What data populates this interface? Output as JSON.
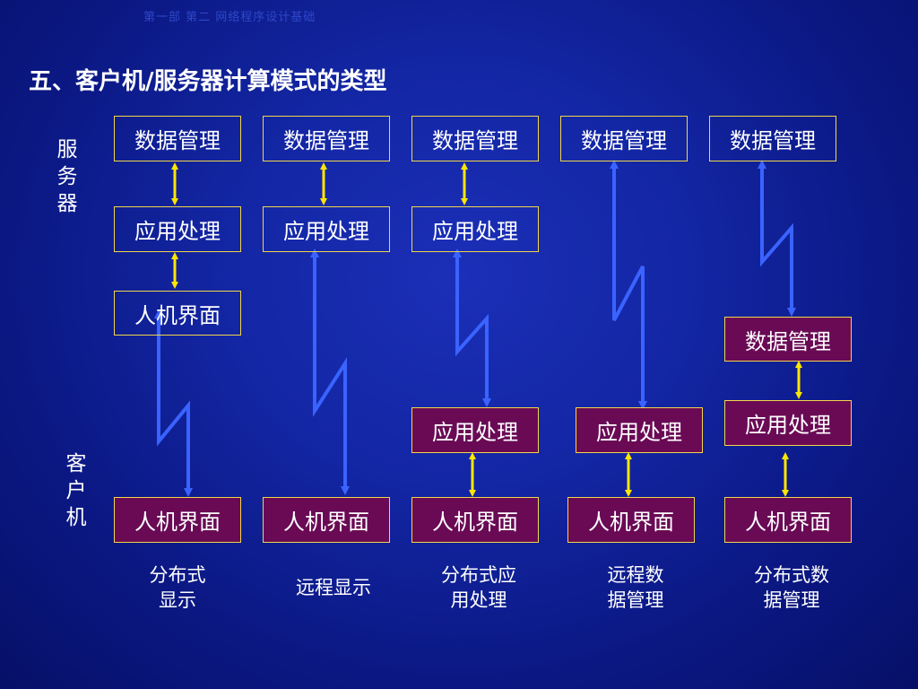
{
  "header_faint": "第一部  第二  网络程序设计基础",
  "title": "五、客户机/服务器计算模式的类型",
  "side_labels": {
    "server": [
      "服",
      "务",
      "器"
    ],
    "client": [
      "客",
      "户",
      "机"
    ]
  },
  "boxes": {
    "c1_data": "数据管理",
    "c1_app": "应用处理",
    "c1_ui_server": "人机界面",
    "c1_ui_client": "人机界面",
    "c2_data": "数据管理",
    "c2_app": "应用处理",
    "c2_ui_client": "人机界面",
    "c3_data": "数据管理",
    "c3_app": "应用处理",
    "c3_app_client": "应用处理",
    "c3_ui_client": "人机界面",
    "c4_data": "数据管理",
    "c4_app_client": "应用处理",
    "c4_ui_client": "人机界面",
    "c5_data": "数据管理",
    "c5_data_client": "数据管理",
    "c5_app_client": "应用处理",
    "c5_ui_client": "人机界面"
  },
  "captions": {
    "c1": [
      "分布式",
      "显示"
    ],
    "c2": [
      "远程显示"
    ],
    "c3": [
      "分布式应",
      "用处理"
    ],
    "c4": [
      "远程数",
      "据管理"
    ],
    "c5": [
      "分布式数",
      "据管理"
    ]
  },
  "colors": {
    "background": "#1326a4",
    "box_border": "#f2d64b",
    "client_box_fill": "#6a0a55",
    "local_arrow": "#ffe600",
    "network_arrow": "#3a63ff"
  }
}
